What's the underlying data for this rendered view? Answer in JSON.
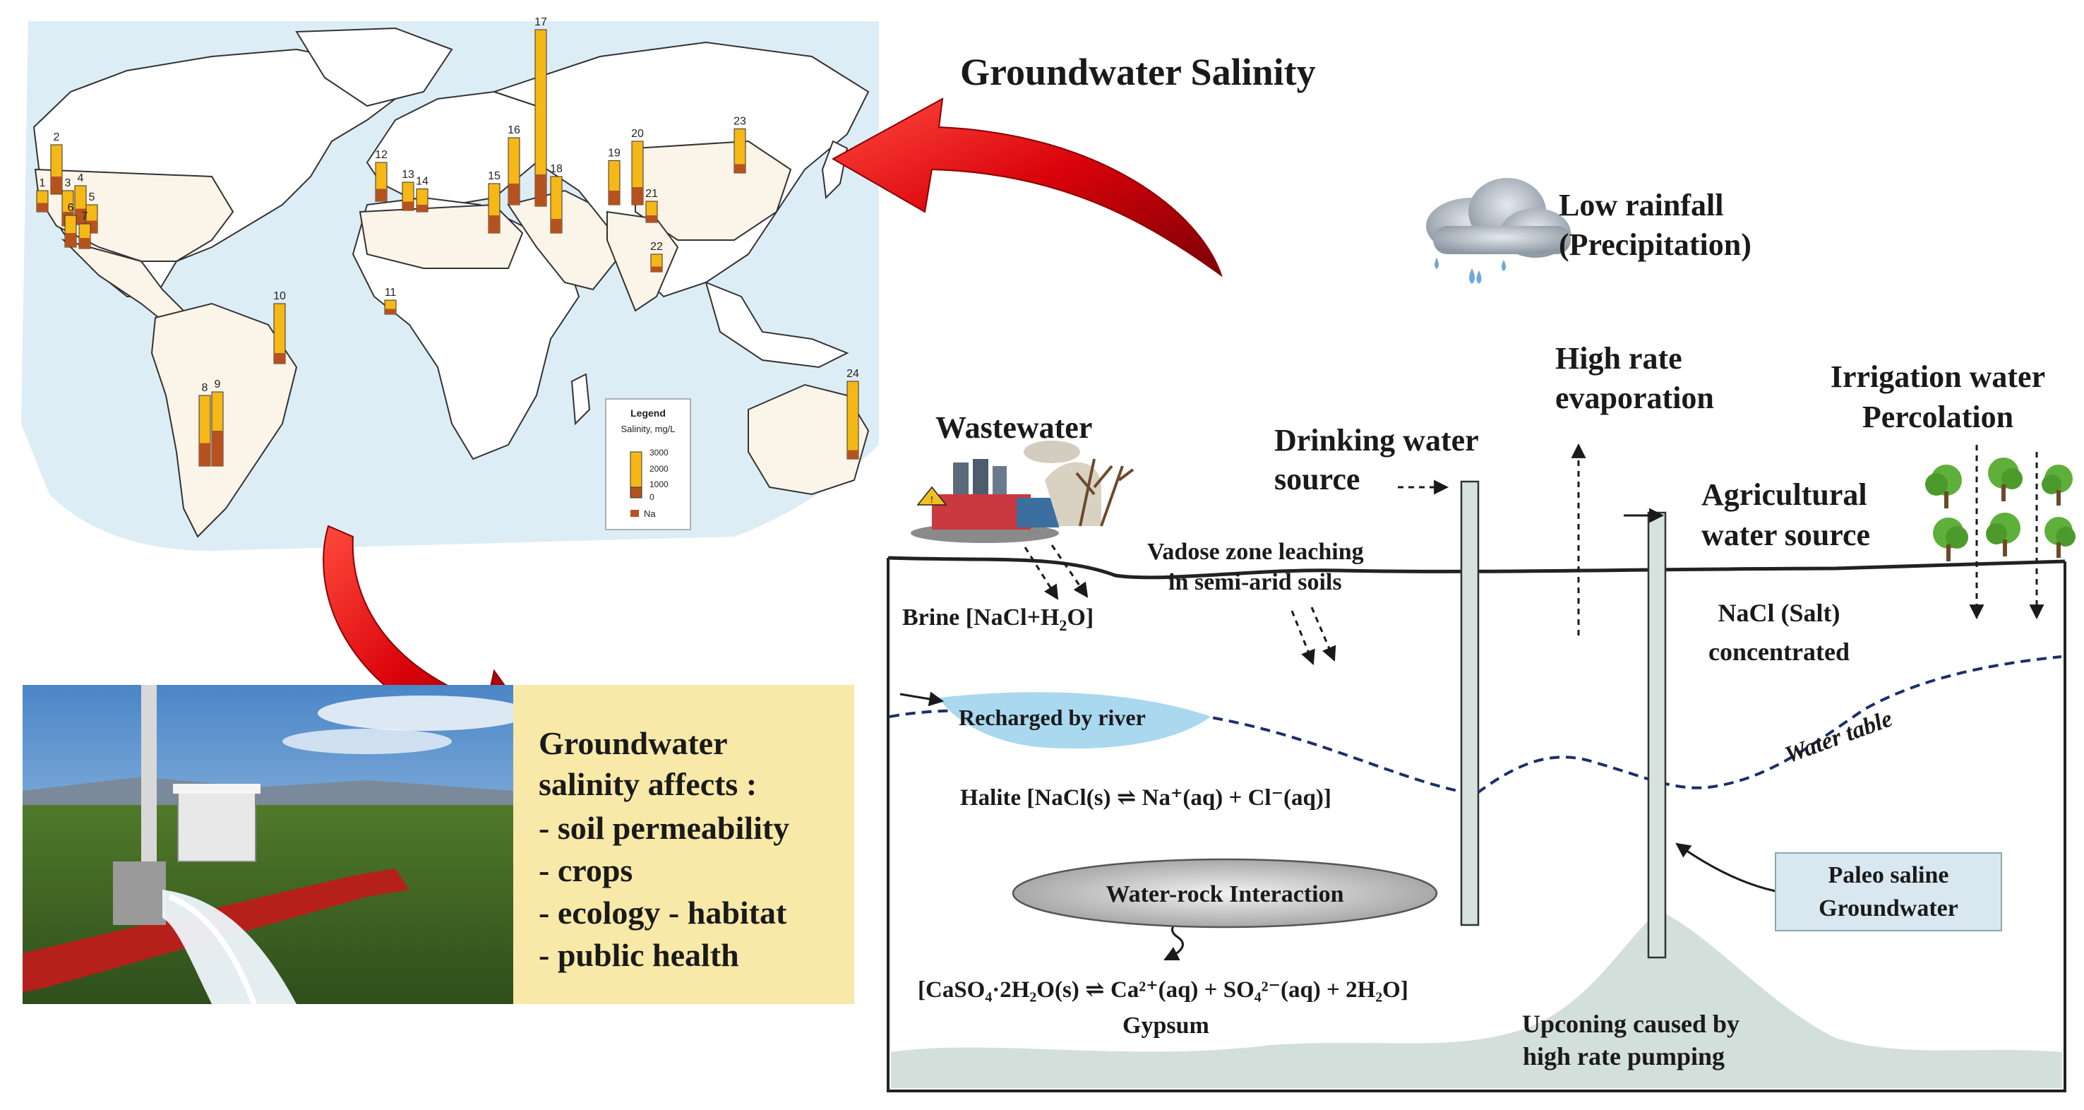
{
  "title": "Groundwater Salinity",
  "map": {
    "legend_title": "Legend",
    "legend_subtitle": "Salinity, mg/L",
    "legend_ticks": [
      "3000",
      "2000",
      "1000",
      "0"
    ],
    "legend_na": "Na",
    "bars": [
      {
        "label": "1",
        "total": 0.12,
        "na": 0.05
      },
      {
        "label": "2",
        "total": 0.28,
        "na": 0.1
      },
      {
        "label": "3",
        "total": 0.2,
        "na": 0.08
      },
      {
        "label": "4",
        "total": 0.22,
        "na": 0.09
      },
      {
        "label": "5",
        "total": 0.16,
        "na": 0.07
      },
      {
        "label": "6",
        "total": 0.18,
        "na": 0.08
      },
      {
        "label": "7",
        "total": 0.14,
        "na": 0.06
      },
      {
        "label": "8",
        "total": 0.4,
        "na": 0.13
      },
      {
        "label": "9",
        "total": 0.42,
        "na": 0.2
      },
      {
        "label": "10",
        "total": 0.34,
        "na": 0.06
      },
      {
        "label": "11",
        "total": 0.08,
        "na": 0.03
      },
      {
        "label": "12",
        "total": 0.22,
        "na": 0.07
      },
      {
        "label": "13",
        "total": 0.16,
        "na": 0.05
      },
      {
        "label": "14",
        "total": 0.13,
        "na": 0.04
      },
      {
        "label": "15",
        "total": 0.28,
        "na": 0.1
      },
      {
        "label": "16",
        "total": 0.38,
        "na": 0.12
      },
      {
        "label": "17",
        "total": 1.0,
        "na": 0.18
      },
      {
        "label": "18",
        "total": 0.32,
        "na": 0.08
      },
      {
        "label": "19",
        "total": 0.25,
        "na": 0.08
      },
      {
        "label": "20",
        "total": 0.36,
        "na": 0.1
      },
      {
        "label": "21",
        "total": 0.12,
        "na": 0.04
      },
      {
        "label": "22",
        "total": 0.1,
        "na": 0.03
      },
      {
        "label": "23",
        "total": 0.25,
        "na": 0.05
      },
      {
        "label": "24",
        "total": 0.44,
        "na": 0.05
      }
    ]
  },
  "effects": {
    "lines": [
      "Groundwater",
      "salinity affects :",
      "- soil permeability",
      "- crops",
      "- ecology - habitat",
      "- public health"
    ]
  },
  "cross_section": {
    "rainfall": [
      "Low rainfall",
      "(Precipitation)"
    ],
    "evaporation": [
      "High rate",
      "evaporation"
    ],
    "irrigation": [
      "Irrigation water",
      "Percolation"
    ],
    "wastewater": "Wastewater",
    "drinking": [
      "Drinking water",
      "source"
    ],
    "agricultural": [
      "Agricultural",
      "water source"
    ],
    "vadose": [
      "Vadose zone leaching",
      "in semi-arid soils"
    ],
    "brine": "Brine [NaCl+H",
    "brine_sub": "2",
    "brine_end": "O]",
    "nacl": [
      "NaCl (Salt)",
      "concentrated"
    ],
    "water_table": "Water table",
    "recharge": "Recharged by river",
    "halite": "Halite [NaCl(s) ⇌ Na⁺(aq) + Cl⁻(aq)]",
    "water_rock": "Water-rock Interaction",
    "gypsum_eq": "[CaSO₄·2H₂O(s) ⇌ Ca²⁺(aq) + SO₄²⁻(aq) + 2H₂O]",
    "gypsum": "Gypsum",
    "paleo": [
      "Paleo saline",
      "Groundwater"
    ],
    "upconing": [
      "Upconing caused by",
      "high rate pumping"
    ]
  },
  "colors": {
    "ocean": "#dcedf5",
    "land": "#fbf4e8",
    "bar_fill": "#f6b817",
    "na_fill": "#b5521e",
    "arrow_red": "#d9020a",
    "effects_box": "#f8e9a8",
    "water": "#a9d8ef",
    "paleo_box": "#d9e8f0",
    "sediment": "#d3dfda",
    "water_table": "#1c2e6b"
  }
}
